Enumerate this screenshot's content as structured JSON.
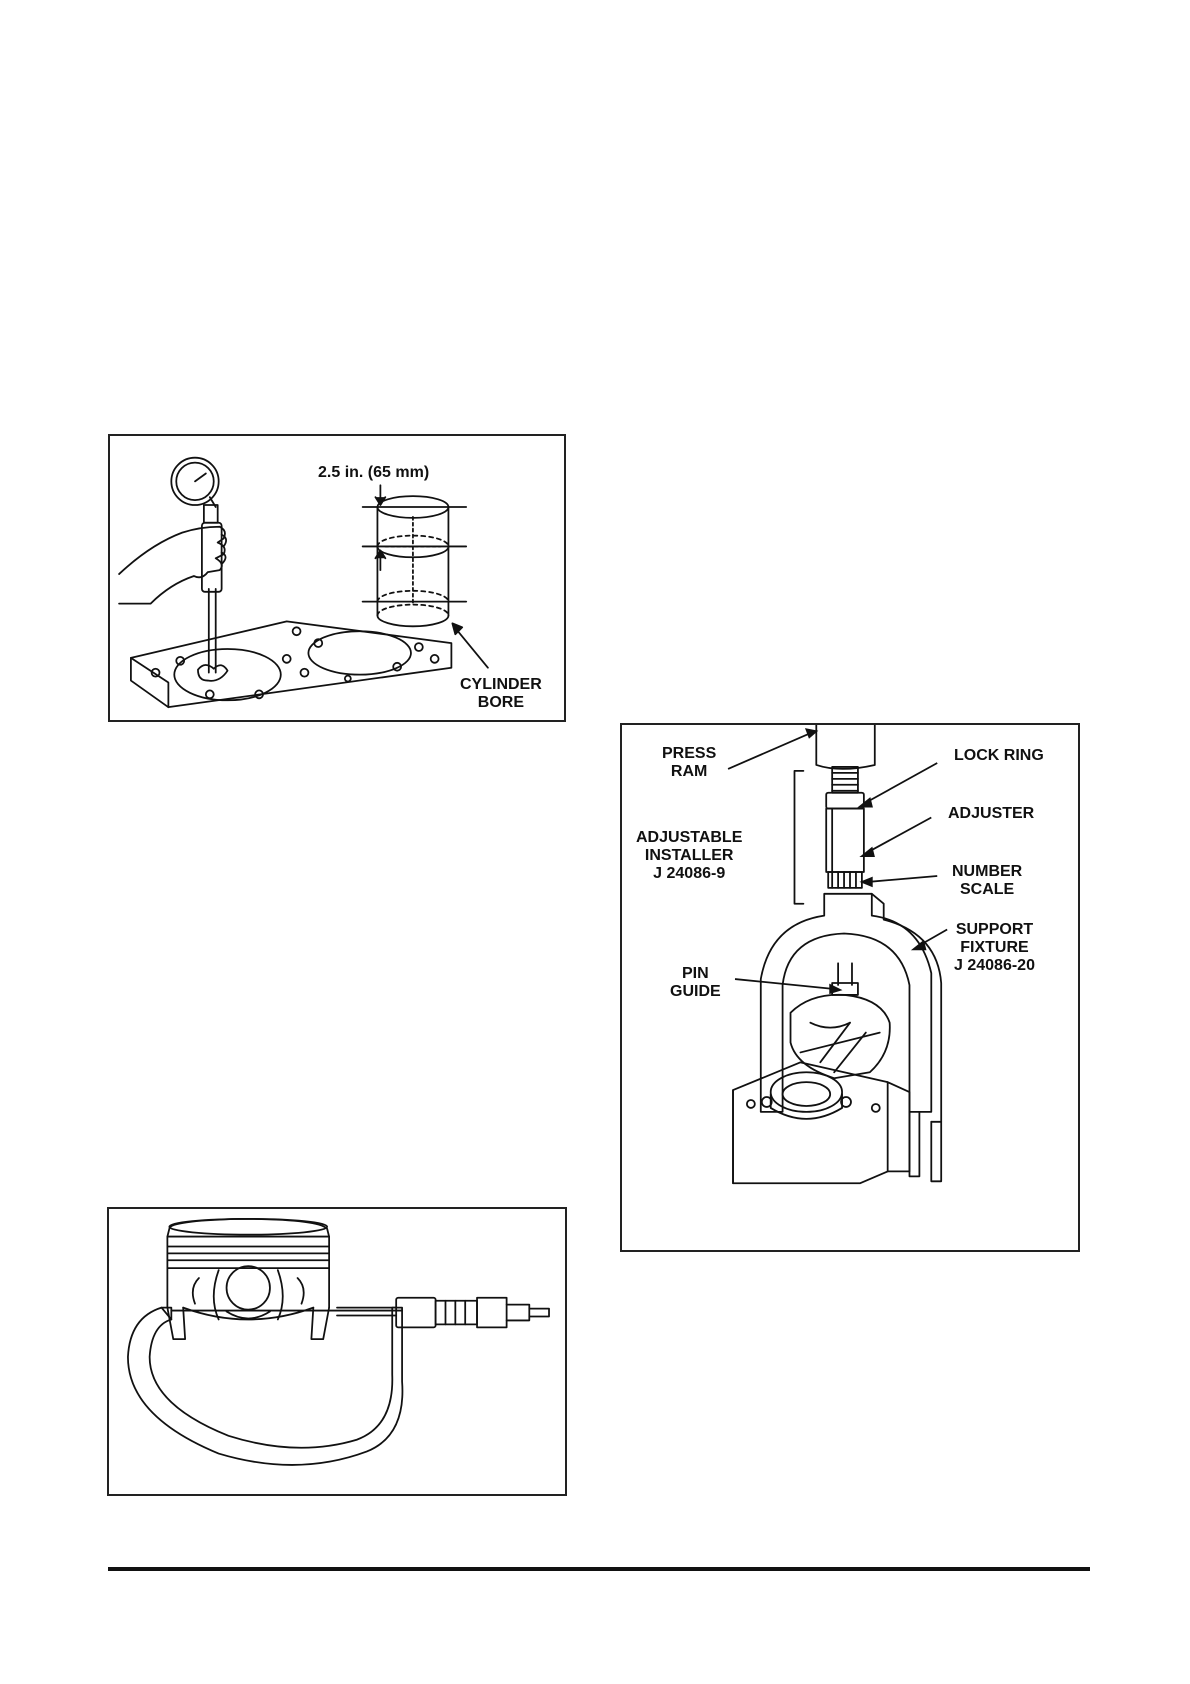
{
  "figure1": {
    "dimension_label": "2.5 in. (65 mm)",
    "bore_label_line1": "CYLINDER",
    "bore_label_line2": "BORE"
  },
  "figure2": {},
  "figure3": {
    "press_ram_line1": "PRESS",
    "press_ram_line2": "RAM",
    "lock_ring": "LOCK RING",
    "adjuster": "ADJUSTER",
    "installer_line1": "ADJUSTABLE",
    "installer_line2": "INSTALLER",
    "installer_line3": "J 24086-9",
    "number_scale_line1": "NUMBER",
    "number_scale_line2": "SCALE",
    "support_line1": "SUPPORT",
    "support_line2": "FIXTURE",
    "support_line3": "J 24086-20",
    "pin_guide_line1": "PIN",
    "pin_guide_line2": "GUIDE"
  }
}
